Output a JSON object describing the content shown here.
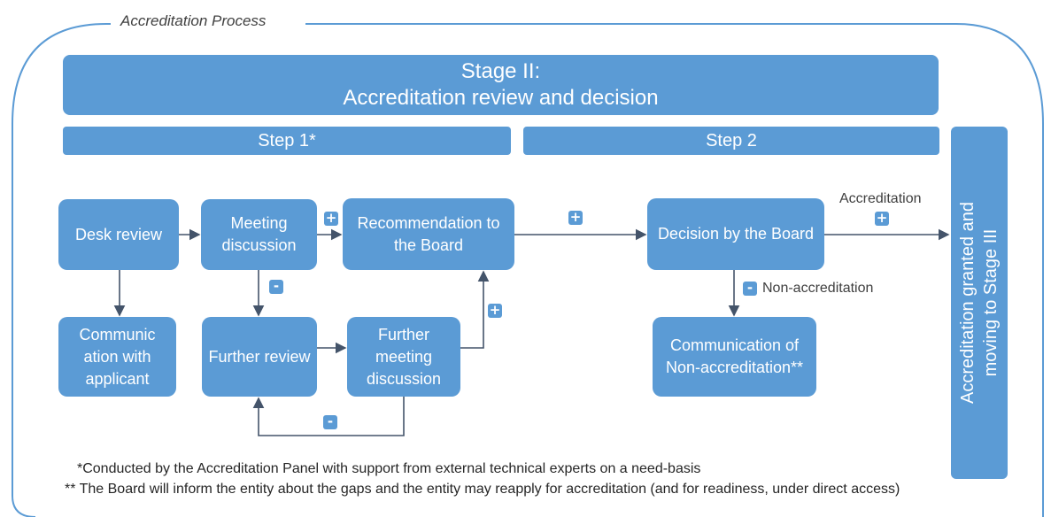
{
  "frame_title": "Accreditation Process",
  "stage": {
    "line1": "Stage II:",
    "line2": "Accreditation review and decision"
  },
  "steps": {
    "step1": "Step 1*",
    "step2": "Step 2"
  },
  "boxes": {
    "desk_review": "Desk review",
    "meeting_discussion": "Meeting discussion",
    "recommendation": "Recommendation to the Board",
    "decision": "Decision by the Board",
    "communication_applicant": "Communic ation with applicant",
    "further_review": "Further review",
    "further_meeting": "Further meeting discussion",
    "communication_non": "Communication of Non-accreditation**"
  },
  "side_bar": {
    "line1": "Accreditation granted and",
    "line2": "moving to Stage III"
  },
  "labels": {
    "accreditation": "Accreditation",
    "non_accreditation": "Non-accreditation"
  },
  "signs": {
    "plus": "+",
    "minus": "-"
  },
  "footnotes": {
    "note1": "*Conducted by the Accreditation Panel with support from external technical experts on a need-basis",
    "note2": "** The Board will inform the entity about the gaps and the entity may reapply for accreditation (and for readiness, under direct access)"
  },
  "colors": {
    "box": "#5b9bd5",
    "frame": "#5b9bd5",
    "arrow": "#44546a"
  }
}
